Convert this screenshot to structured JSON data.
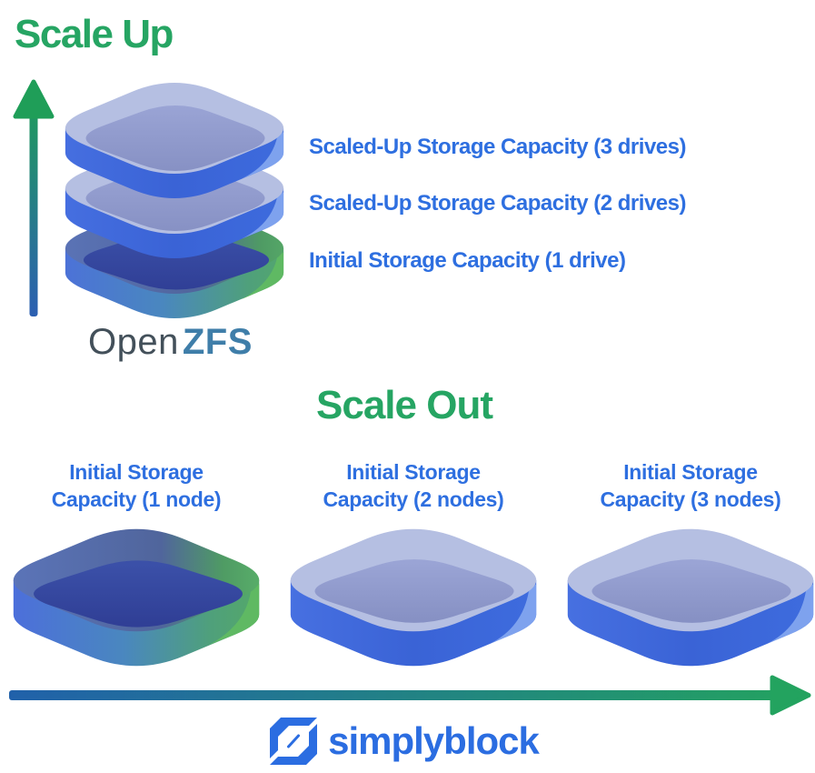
{
  "diagram": {
    "scale_up": {
      "title": "Scale Up",
      "drive_labels": [
        "Scaled-Up Storage Capacity (3 drives)",
        "Scaled-Up Storage Capacity (2 drives)",
        "Initial Storage Capacity (1 drive)"
      ],
      "logo": {
        "prefix": "Open",
        "suffix": "ZFS"
      }
    },
    "scale_out": {
      "title": "Scale Out",
      "node_labels": [
        {
          "line1": "Initial Storage",
          "line2": "Capacity (1 node)"
        },
        {
          "line1": "Initial Storage",
          "line2": "Capacity (2 nodes)"
        },
        {
          "line1": "Initial Storage",
          "line2": "Capacity (3 nodes)"
        }
      ]
    },
    "brand": {
      "name": "simplyblock"
    },
    "colors": {
      "title_green": "#26a563",
      "label_blue": "#2e6fe0",
      "brand_blue": "#2b6de1",
      "openzfs_gray": "#43505a",
      "openzfs_blue": "#3f7ea9",
      "arrow_green": "#1f9e58",
      "arrow_blue": "#2c5fb2",
      "platform_side_blue": "#3a63d6",
      "platform_rim_light": "#b5bfe2",
      "platform_face_light": "#8e99cb",
      "platform_rim_dark": "#5b74b8",
      "platform_face_dark": "#34489c",
      "platform_side_green": "#54a869"
    },
    "icons": {
      "brand_icon": "simplyblock-s-icon",
      "up_arrow": "up-arrow-icon",
      "right_arrow": "right-arrow-icon"
    }
  }
}
